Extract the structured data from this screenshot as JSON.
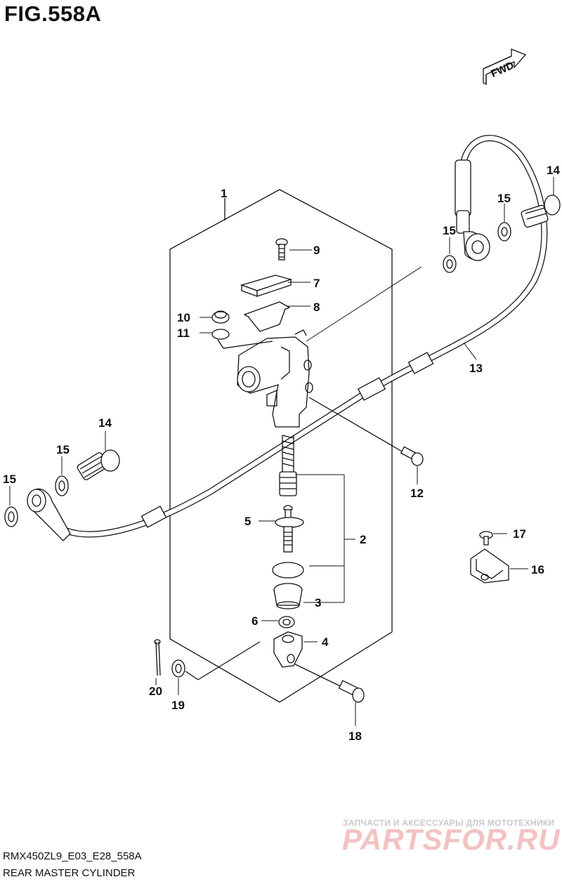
{
  "figure": {
    "title": "FIG.558A",
    "model_code": "RMX450ZL9_E03_E28_558A",
    "name": "REAR MASTER CYLINDER"
  },
  "direction_badge": "FWD",
  "callouts": [
    "1",
    "2",
    "3",
    "4",
    "5",
    "6",
    "7",
    "8",
    "9",
    "10",
    "11",
    "12",
    "13",
    "14",
    "14",
    "15",
    "15",
    "15",
    "15",
    "16",
    "17",
    "18",
    "19",
    "20"
  ],
  "watermark": {
    "tagline": "ЗАПЧАСТИ И АКСЕССУАРЫ ДЛЯ МОТОТЕХНИКИ",
    "brand": "PARTSFOR.RU"
  }
}
